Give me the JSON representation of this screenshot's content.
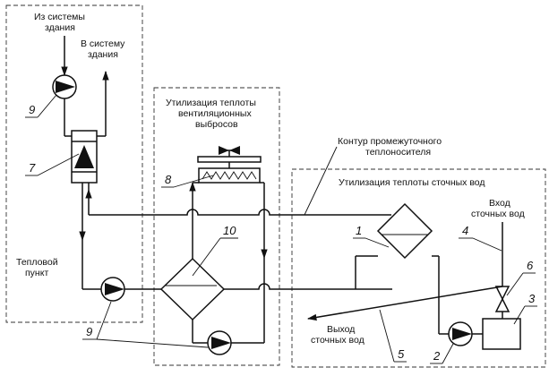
{
  "labels": {
    "from_building_1": "Из системы",
    "from_building_2": "здания",
    "to_building_1": "В систему",
    "to_building_2": "здания",
    "heat_point_1": "Тепловой",
    "heat_point_2": "пункт",
    "vent_title_1": "Утилизация теплоты",
    "vent_title_2": "вентиляционных",
    "vent_title_3": "выбросов",
    "intermediate_1": "Контур промежуточного",
    "intermediate_2": "теплоносителя",
    "wastewater_title": "Утилизация теплоты сточных вод",
    "inlet_1": "Вход",
    "inlet_2": "сточных вод",
    "outlet_1": "Выход",
    "outlet_2": "сточных вод"
  },
  "callouts": {
    "n1": "1",
    "n2": "2",
    "n3": "3",
    "n4": "4",
    "n5": "5",
    "n6": "6",
    "n7": "7",
    "n8": "8",
    "n9a": "9",
    "n9b": "9",
    "n10": "10"
  }
}
